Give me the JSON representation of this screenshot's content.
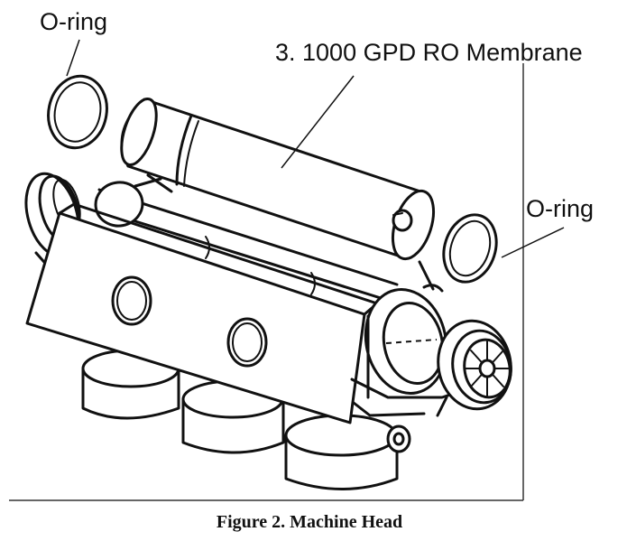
{
  "labels": {
    "oring_top_left": "O-ring",
    "membrane": "3. 1000 GPD RO Membrane",
    "oring_right": "O-ring"
  },
  "caption": "Figure 2. Machine Head"
}
